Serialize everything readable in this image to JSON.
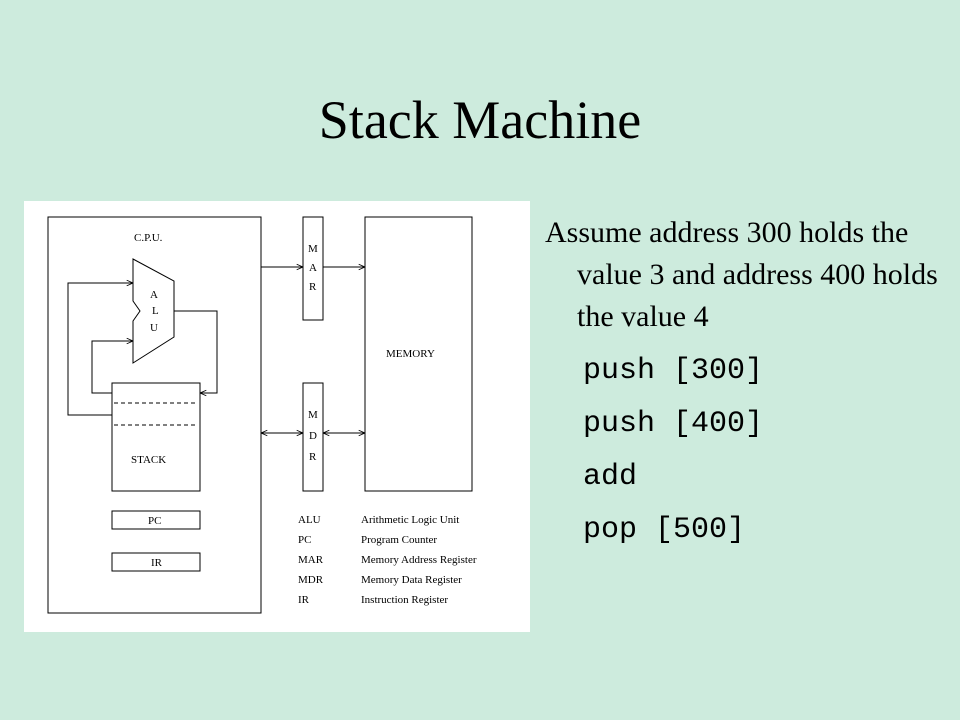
{
  "slide": {
    "title": "Stack Machine"
  },
  "diagram": {
    "cpu_label": "C.P.U.",
    "alu_letters": [
      "A",
      "L",
      "U"
    ],
    "mar_letters": [
      "M",
      "A",
      "R"
    ],
    "mdr_letters": [
      "M",
      "D",
      "R"
    ],
    "memory_label": "MEMORY",
    "stack_label": "STACK",
    "pc_label": "PC",
    "ir_label": "IR",
    "legend": [
      {
        "abbr": "ALU",
        "meaning": "Arithmetic Logic Unit"
      },
      {
        "abbr": "PC",
        "meaning": "Program Counter"
      },
      {
        "abbr": "MAR",
        "meaning": "Memory Address Register"
      },
      {
        "abbr": "MDR",
        "meaning": "Memory Data Register"
      },
      {
        "abbr": "IR",
        "meaning": "Instruction Register"
      }
    ]
  },
  "content": {
    "assumption": "Assume address 300 holds the value 3 and address 400 holds the value 4",
    "code": [
      "push [300]",
      "push [400]",
      "add",
      "pop [500]"
    ]
  }
}
